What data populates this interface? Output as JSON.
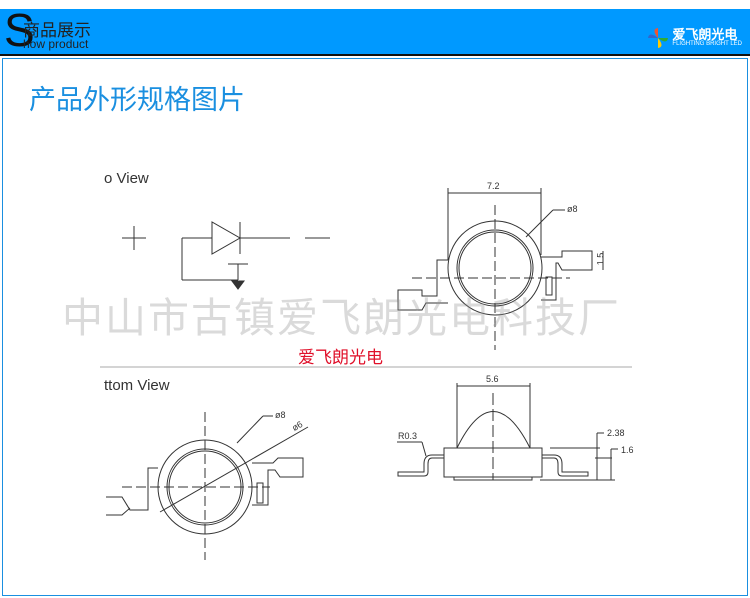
{
  "header": {
    "s_letter": "S",
    "title_cn": "商品展示",
    "title_en": "how product",
    "logo_cn": "爱飞朗光电",
    "logo_en": "FLIGHTING BRIGHT LED"
  },
  "main": {
    "title": "产品外形规格图片",
    "top_view_label": "o View",
    "bottom_view_label": "ttom View",
    "dims": {
      "width": "7.2",
      "outer_dia": "ø8",
      "lead_width": "1.5",
      "dome": "5.6",
      "radius": "R0.3",
      "height": "2.38",
      "base_height": "1.6",
      "bottom_outer": "ø8",
      "bottom_inner": "ø6"
    },
    "watermark": "中山市古镇爱飞朗光电科技厂",
    "red_label": "爱飞朗光电"
  }
}
